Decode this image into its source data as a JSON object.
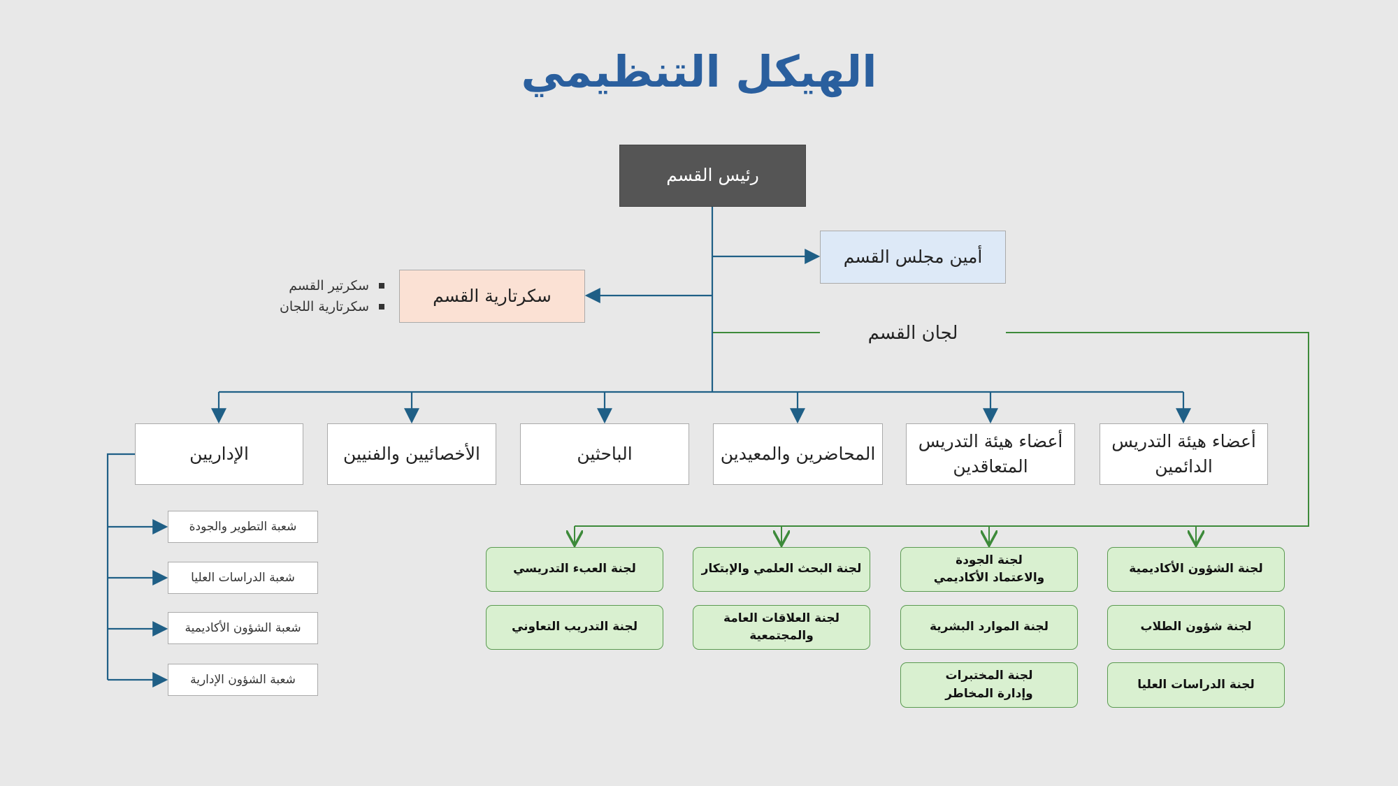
{
  "title": "الهيكل التنظيمي",
  "head": "رئيس القسم",
  "council_secretary": "أمين مجلس القسم",
  "secretariat": {
    "label": "سكرتارية القسم",
    "items": [
      "سكرتير القسم",
      "سكرتارية اللجان"
    ]
  },
  "committees_label": "لجان القسم",
  "staff": [
    "أعضاء هيئة التدريس الدائمين",
    "أعضاء هيئة التدريس المتعاقدين",
    "المحاضرين والمعيدين",
    "الباحثين",
    "الأخصائيين والفنيين",
    "الإداريين"
  ],
  "admin_divisions": [
    "شعبة التطوير والجودة",
    "شعبة الدراسات العليا",
    "شعبة الشؤون الأكاديمية",
    "شعبة الشؤون الإدارية"
  ],
  "committees": [
    [
      "لجنة الشؤون الأكاديمية",
      "لجنة شؤون الطلاب",
      "لجنة الدراسات العليا"
    ],
    [
      "لجنة الجودة والاعتماد الأكاديمي",
      "لجنة الموارد البشرية",
      "لجنة المختبرات وإدارة المخاطر"
    ],
    [
      "لجنة البحث العلمي والإبتكار",
      "لجنة العلاقات العامة والمجتمعية"
    ],
    [
      "لجنة العبء التدريسي",
      "لجنة التدريب التعاوني"
    ]
  ],
  "colors": {
    "blue_line": "#1f5f86",
    "green_line": "#3d8a3a",
    "title": "#2a5f9e"
  }
}
